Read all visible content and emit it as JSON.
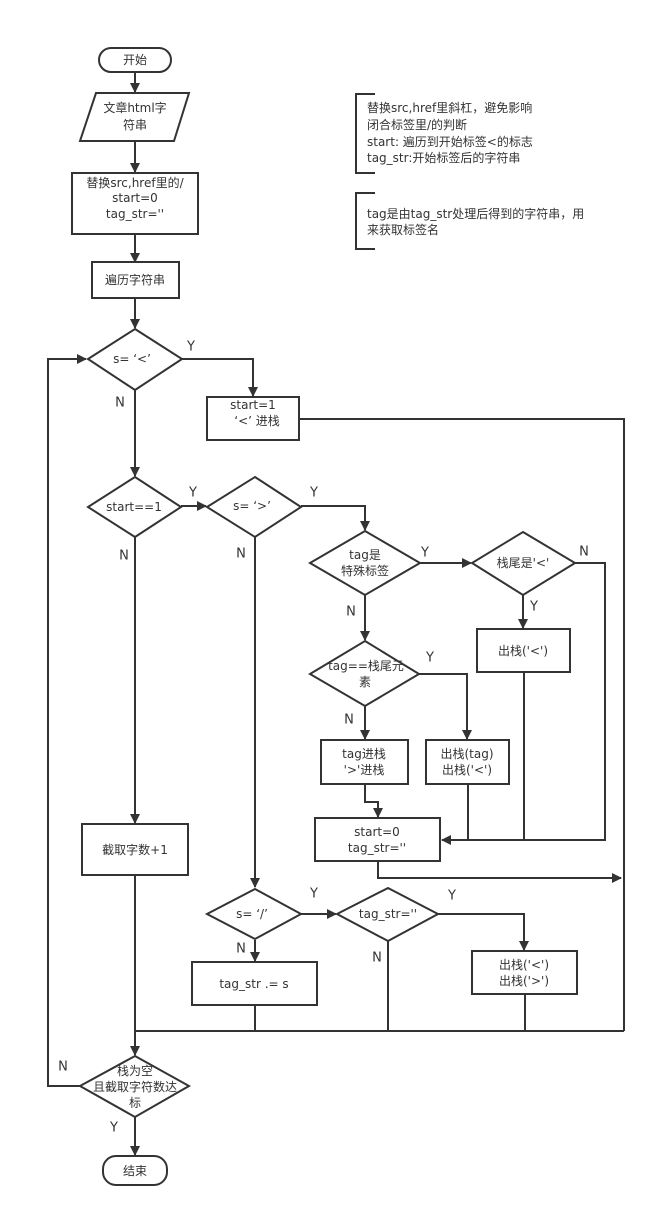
{
  "diagram": {
    "type": "flowchart",
    "nodes": {
      "start": {
        "kind": "terminal",
        "lines": [
          "开始"
        ]
      },
      "input": {
        "kind": "io",
        "lines": [
          "文章html字",
          "符串"
        ]
      },
      "init": {
        "kind": "process",
        "lines": [
          "替换src,href里的/",
          "start=0",
          "tag_str=''"
        ]
      },
      "traverse": {
        "kind": "process",
        "lines": [
          "遍历字符串"
        ]
      },
      "is_lt": {
        "kind": "decision",
        "lines": [
          "s=  ‘<’"
        ]
      },
      "push_lt": {
        "kind": "process",
        "lines": [
          "start=1",
          "‘<’ 进栈"
        ]
      },
      "start_eq_1": {
        "kind": "decision",
        "lines": [
          "start==1"
        ]
      },
      "is_gt": {
        "kind": "decision",
        "lines": [
          "s=  ‘>’"
        ]
      },
      "is_special": {
        "kind": "decision",
        "lines": [
          "tag是",
          "特殊标签"
        ]
      },
      "stack_top_lt": {
        "kind": "decision",
        "lines": [
          "栈尾是'<'"
        ]
      },
      "pop_lt": {
        "kind": "process",
        "lines": [
          "出栈('<')"
        ]
      },
      "tag_eq_top": {
        "kind": "decision",
        "lines": [
          "tag==栈尾元",
          "素"
        ]
      },
      "push_tag": {
        "kind": "process",
        "lines": [
          "tag进栈",
          "'>'进栈"
        ]
      },
      "pop_tag": {
        "kind": "process",
        "lines": [
          "出栈(tag)",
          "出栈('<')"
        ]
      },
      "reset": {
        "kind": "process",
        "lines": [
          "start=0",
          "tag_str=''"
        ]
      },
      "count": {
        "kind": "process",
        "lines": [
          "截取字数+1"
        ]
      },
      "is_slash": {
        "kind": "decision",
        "lines": [
          "s=  ‘/’"
        ]
      },
      "append": {
        "kind": "process",
        "lines": [
          "tag_str .= s"
        ]
      },
      "tag_str_empty": {
        "kind": "decision",
        "lines": [
          "tag_str=''"
        ]
      },
      "pop_both": {
        "kind": "process",
        "lines": [
          "出栈('<')",
          "出栈('>')"
        ]
      },
      "end_check": {
        "kind": "decision",
        "lines": [
          "栈为空",
          "且截取字符数达",
          "标"
        ]
      },
      "end": {
        "kind": "terminal",
        "lines": [
          "结束"
        ]
      }
    },
    "edge_labels": {
      "yes": "Y",
      "no": "N"
    },
    "notes": [
      {
        "lines": [
          "替换src,href里斜杠，避免影响",
          "闭合标签里/的判断",
          "start: 遍历到开始标签<的标志",
          "tag_str:开始标签后的字符串"
        ]
      },
      {
        "lines": [
          "tag是由tag_str处理后得到的字符串，用",
          "来获取标签名"
        ]
      }
    ]
  }
}
